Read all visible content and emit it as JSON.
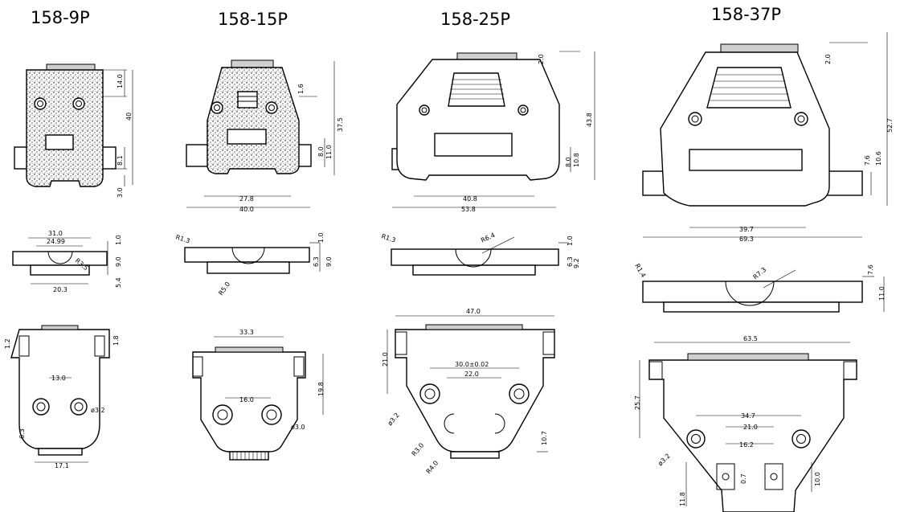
{
  "titles": {
    "p9": "158-9P",
    "p15": "158-15P",
    "p25": "158-25P",
    "p37": "158-37P"
  },
  "dims": {
    "p9_14": "14.0",
    "p9_40": "40",
    "p9_81": "8.1",
    "p9_30": "3.0",
    "p9_310": "31.0",
    "p9_2499": "24.99",
    "p9_10": "1.0",
    "p9_90": "9.0",
    "p9_r35": "R3.5",
    "p9_54": "5.4",
    "p9_203": "20.3",
    "p9_12": "1.2",
    "p9_18": "1.8",
    "p9_130": "13.0",
    "p9_63": "6.3",
    "p9_d32": "ø3.2",
    "p9_171": "17.1",
    "p15_16": "1.6",
    "p15_375": "37.5",
    "p15_80": "8.0",
    "p15_110": "11.0",
    "p15_278": "27.8",
    "p15_400": "40.0",
    "p15_r13": "R1.3",
    "p15_10": "1.0",
    "p15_63": "6.3",
    "p15_90": "9.0",
    "p15_r50": "R5.0",
    "p15_333": "33.3",
    "p15_198": "19.8",
    "p15_160": "16.0",
    "p15_d30": "ø3.0",
    "p25_20": "2.0",
    "p25_438": "43.8",
    "p25_80": "8.0",
    "p25_108": "10.8",
    "p25_408": "40.8",
    "p25_538": "53.8",
    "p25_r13": "R1.3",
    "p25_r64": "R6.4",
    "p25_10": "1.0",
    "p25_63": "6.3",
    "p25_92": "9.2",
    "p25_470": "47.0",
    "p25_210": "21.0",
    "p25_300": "30.0±0.02",
    "p25_220": "22.0",
    "p25_d32": "ø3.2",
    "p25_r30": "R3.0",
    "p25_r40": "R4.0",
    "p25_107": "10.7",
    "p37_20": "2.0",
    "p37_527": "52.7",
    "p37_76": "7.6",
    "p37_106": "10.6",
    "p37_397": "39.7",
    "p37_693": "69.3",
    "p37_r14": "R1.4",
    "p37_r73": "R7.3",
    "p37_76b": "7.6",
    "p37_110": "11.0",
    "p37_635": "63.5",
    "p37_257": "25.7",
    "p37_347": "34.7",
    "p37_210": "21.0",
    "p37_162": "16.2",
    "p37_d32": "ø3.2",
    "p37_07": "0.7",
    "p37_118": "11.8",
    "p37_100": "10.0"
  }
}
